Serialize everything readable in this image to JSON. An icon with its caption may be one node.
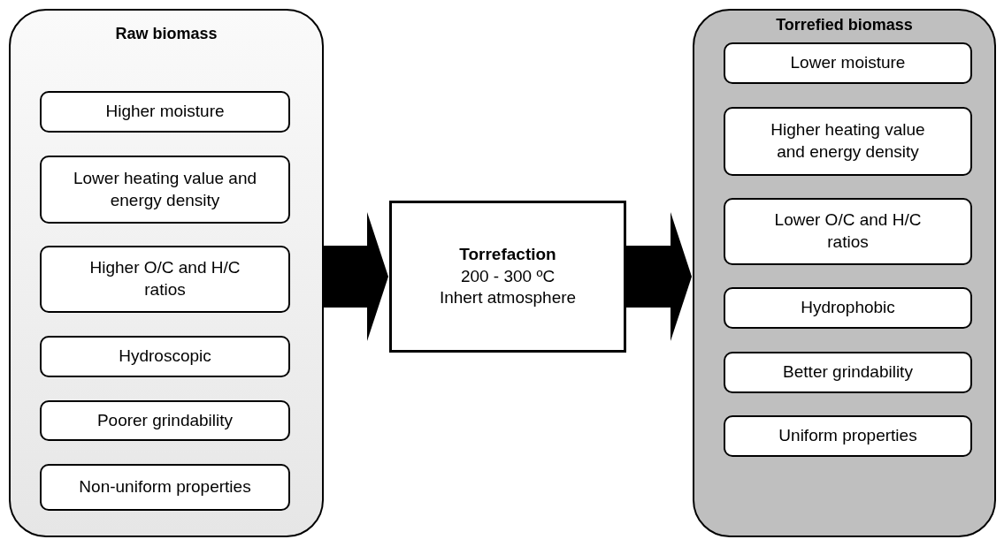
{
  "diagram": {
    "nodes": [
      {
        "text": [
          "Raw biomass"
        ]
      },
      {
        "text": [
          "Higher moisture"
        ],
        "in": 0
      },
      {
        "text": [
          "Lower heating value and energy density"
        ],
        "in": 0
      },
      {
        "text": [
          "Higher O/C and H/C ratios"
        ],
        "in": 0
      },
      {
        "text": [
          "Hydroscopic"
        ],
        "in": 0
      },
      {
        "text": [
          "Poorer grindability"
        ],
        "in": 0
      },
      {
        "text": [
          "Non-uniform properties"
        ],
        "in": 0
      },
      {
        "text": [
          "Torrefaction",
          "200 - 300 ºC",
          "Inhert atmosphere"
        ]
      },
      {
        "text": [
          "Torrefied biomass"
        ]
      },
      {
        "text": [
          "Lower moisture"
        ],
        "in": 8
      },
      {
        "text": [
          "Higher heating value and energy density"
        ],
        "in": 8
      },
      {
        "text": [
          "Lower O/C and H/C ratios"
        ],
        "in": 8
      },
      {
        "text": [
          "Hydrophobic"
        ],
        "in": 8
      },
      {
        "text": [
          "Better grindability"
        ],
        "in": 8
      },
      {
        "text": [
          "Uniform properties"
        ],
        "in": 8
      }
    ],
    "edges": [
      {
        "from": 0,
        "to": 7,
        "arrow": "to"
      },
      {
        "from": 7,
        "to": 8,
        "arrow": "to"
      }
    ]
  }
}
